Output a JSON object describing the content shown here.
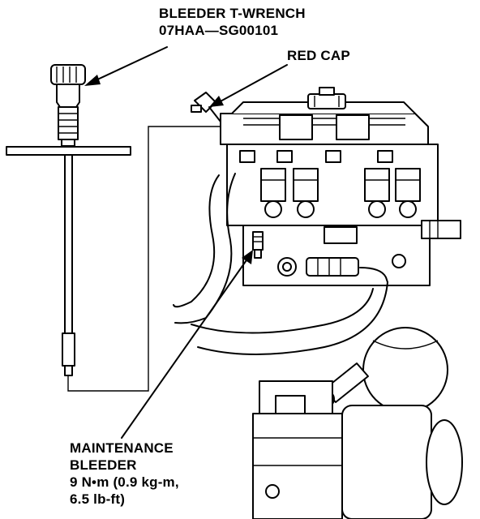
{
  "labels": {
    "wrench_line1": "BLEEDER T-WRENCH",
    "wrench_line2": "07HAA—SG00101",
    "red_cap": "RED CAP",
    "bleeder_line1": "MAINTENANCE",
    "bleeder_line2": "BLEEDER",
    "bleeder_torque1": "9 N•m (0.9 kg-m,",
    "bleeder_torque2": "6.5 lb-ft)"
  }
}
